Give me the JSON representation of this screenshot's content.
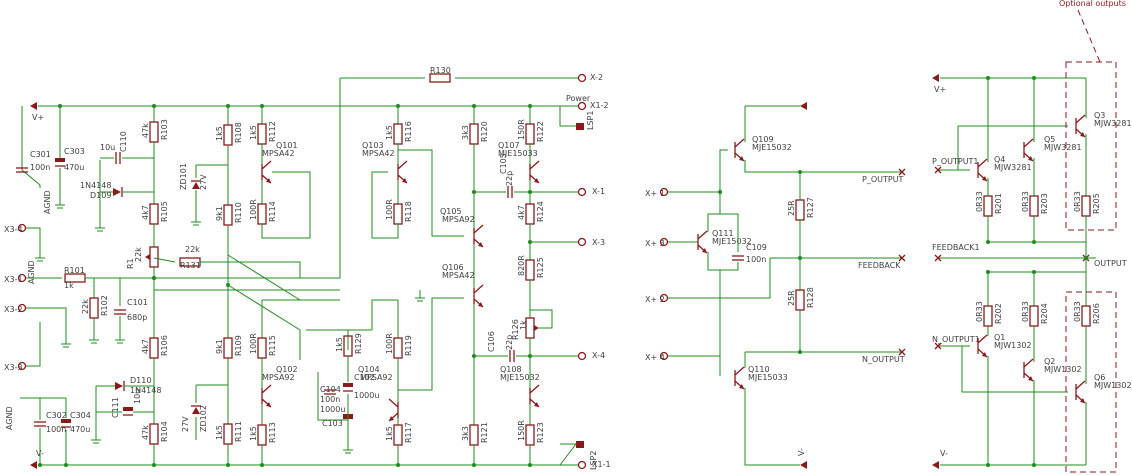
{
  "colors": {
    "wire": "#1e8c1e",
    "component": "#8a1a1a",
    "text": "#404040",
    "background": "#ffffff"
  },
  "title_note": "Optional outputs",
  "rails": {
    "vplus": "V+",
    "vminus": "V-",
    "agnd": "AGND"
  },
  "connectors": {
    "x2": "X-2",
    "x12": "X1-2",
    "power": "Power",
    "lsp": "LSP1",
    "x1": "X-1",
    "x3": "X-3",
    "x4": "X-4",
    "x11": "X1-1",
    "lsp2": "LSP2",
    "x34": "X3-4",
    "x31": "X3-1",
    "x32": "X3-2",
    "x33": "X3-3",
    "xp1": "X+ 1",
    "xp3": "X+ 3",
    "xp2": "X+ 2",
    "xp4": "X+ 4"
  },
  "nets": {
    "p_output": "P_OUTPUT",
    "feedback": "FEEDBACK",
    "n_output": "N_OUTPUT",
    "p_output1": "P_OUTPUT1",
    "feedback1": "FEEDBACK1",
    "output": "OUTPUT",
    "n_output1": "N_OUTPUT1"
  },
  "components": {
    "r130": "R130",
    "c301": "C301",
    "c301v": "100n",
    "c303": "C303",
    "c303v": "470u",
    "c110": "C110",
    "c110v": "10u",
    "d109": "D109",
    "d109t": "1N4148",
    "r103": "R103",
    "r103v": "47k",
    "r105": "R105",
    "r105v": "4k7",
    "r1": "R1",
    "r1v": "22k",
    "r131": "R131",
    "r131v": "22k",
    "r101": "R101",
    "r101v": "1k",
    "r102": "R102",
    "r102v": "22k",
    "c101": "C101",
    "c101v": "680p",
    "r106": "R106",
    "r106v": "4k7",
    "d110": "D110",
    "d110t": "1N4148",
    "c111": "C111",
    "c111v": "10u",
    "c302": "C302",
    "c302v": "100n",
    "c304": "C304",
    "c304v": "470u",
    "r104": "R104",
    "r104v": "47k",
    "r108": "R108",
    "r108v": "1k5",
    "zd101": "ZD101",
    "zd101v": "27V",
    "r110": "R110",
    "r110v": "9k1",
    "r112": "R112",
    "r112v": "1k5",
    "q101": "Q101",
    "q101t": "MPSA42",
    "r114": "R114",
    "r114v": "100R",
    "r109": "R109",
    "r109v": "9k1",
    "zd102": "ZD102",
    "zd102v": "27V",
    "r111": "R111",
    "r111v": "1k5",
    "r115": "R115",
    "r115v": "100R",
    "q102": "Q102",
    "q102t": "MPSA92",
    "r113": "R113",
    "r113v": "1k5",
    "r116": "R116",
    "r116v": "1k5",
    "q103": "Q103",
    "q103t": "MPSA42",
    "r118": "R118",
    "r118v": "100R",
    "r129": "R129",
    "r129v": "1k5",
    "c104": "C104",
    "c104v": "100n",
    "c102": "C102",
    "c102v": "1000u",
    "c103": "C103",
    "c103v": "1000u",
    "q104": "Q104",
    "q104t": "MPSA92",
    "r119": "R119",
    "r119v": "100R",
    "r117": "R117",
    "r117v": "1k5",
    "r120": "R120",
    "r120v": "3k3",
    "q105": "Q105",
    "q105t": "MPSA92",
    "q106": "Q106",
    "q106t": "MPSA42",
    "r121": "R121",
    "r121v": "3k3",
    "r122": "R122",
    "r122v": "150R",
    "q107": "Q107",
    "q107t": "MJE15033",
    "c105": "C105",
    "c105v": "22p",
    "r124": "R124",
    "r124v": "4k7",
    "r125": "R125",
    "r125v": "820R",
    "r126": "R126",
    "r126v": "1k",
    "c106": "C106",
    "c106v": "22p",
    "q108": "Q108",
    "q108t": "MJE15032",
    "r123": "R123",
    "r123v": "150R",
    "q109": "Q109",
    "q109t": "MJE15032",
    "q111": "Q111",
    "q111t": "MJE15032",
    "c109": "C109",
    "c109v": "100n",
    "r127": "R127",
    "r127v": "25R",
    "r128": "R128",
    "r128v": "25R",
    "q110": "Q110",
    "q110t": "MJE15033",
    "q4": "Q4",
    "q4t": "MJW3281",
    "q5": "Q5",
    "q5t": "MJW3281",
    "q3": "Q3",
    "q3t": "MJW3281",
    "r201": "R201",
    "r201v": "0R33",
    "r203": "R203",
    "r203v": "0R33",
    "r205": "R205",
    "r205v": "0R33",
    "q1": "Q1",
    "q1t": "MJW1302",
    "q2": "Q2",
    "q2t": "MJW1302",
    "q6": "Q6",
    "q6t": "MJW1302",
    "r202": "R202",
    "r202v": "0R33",
    "r204": "R204",
    "r204v": "0R33",
    "r206": "R206",
    "r206v": "0R33"
  }
}
